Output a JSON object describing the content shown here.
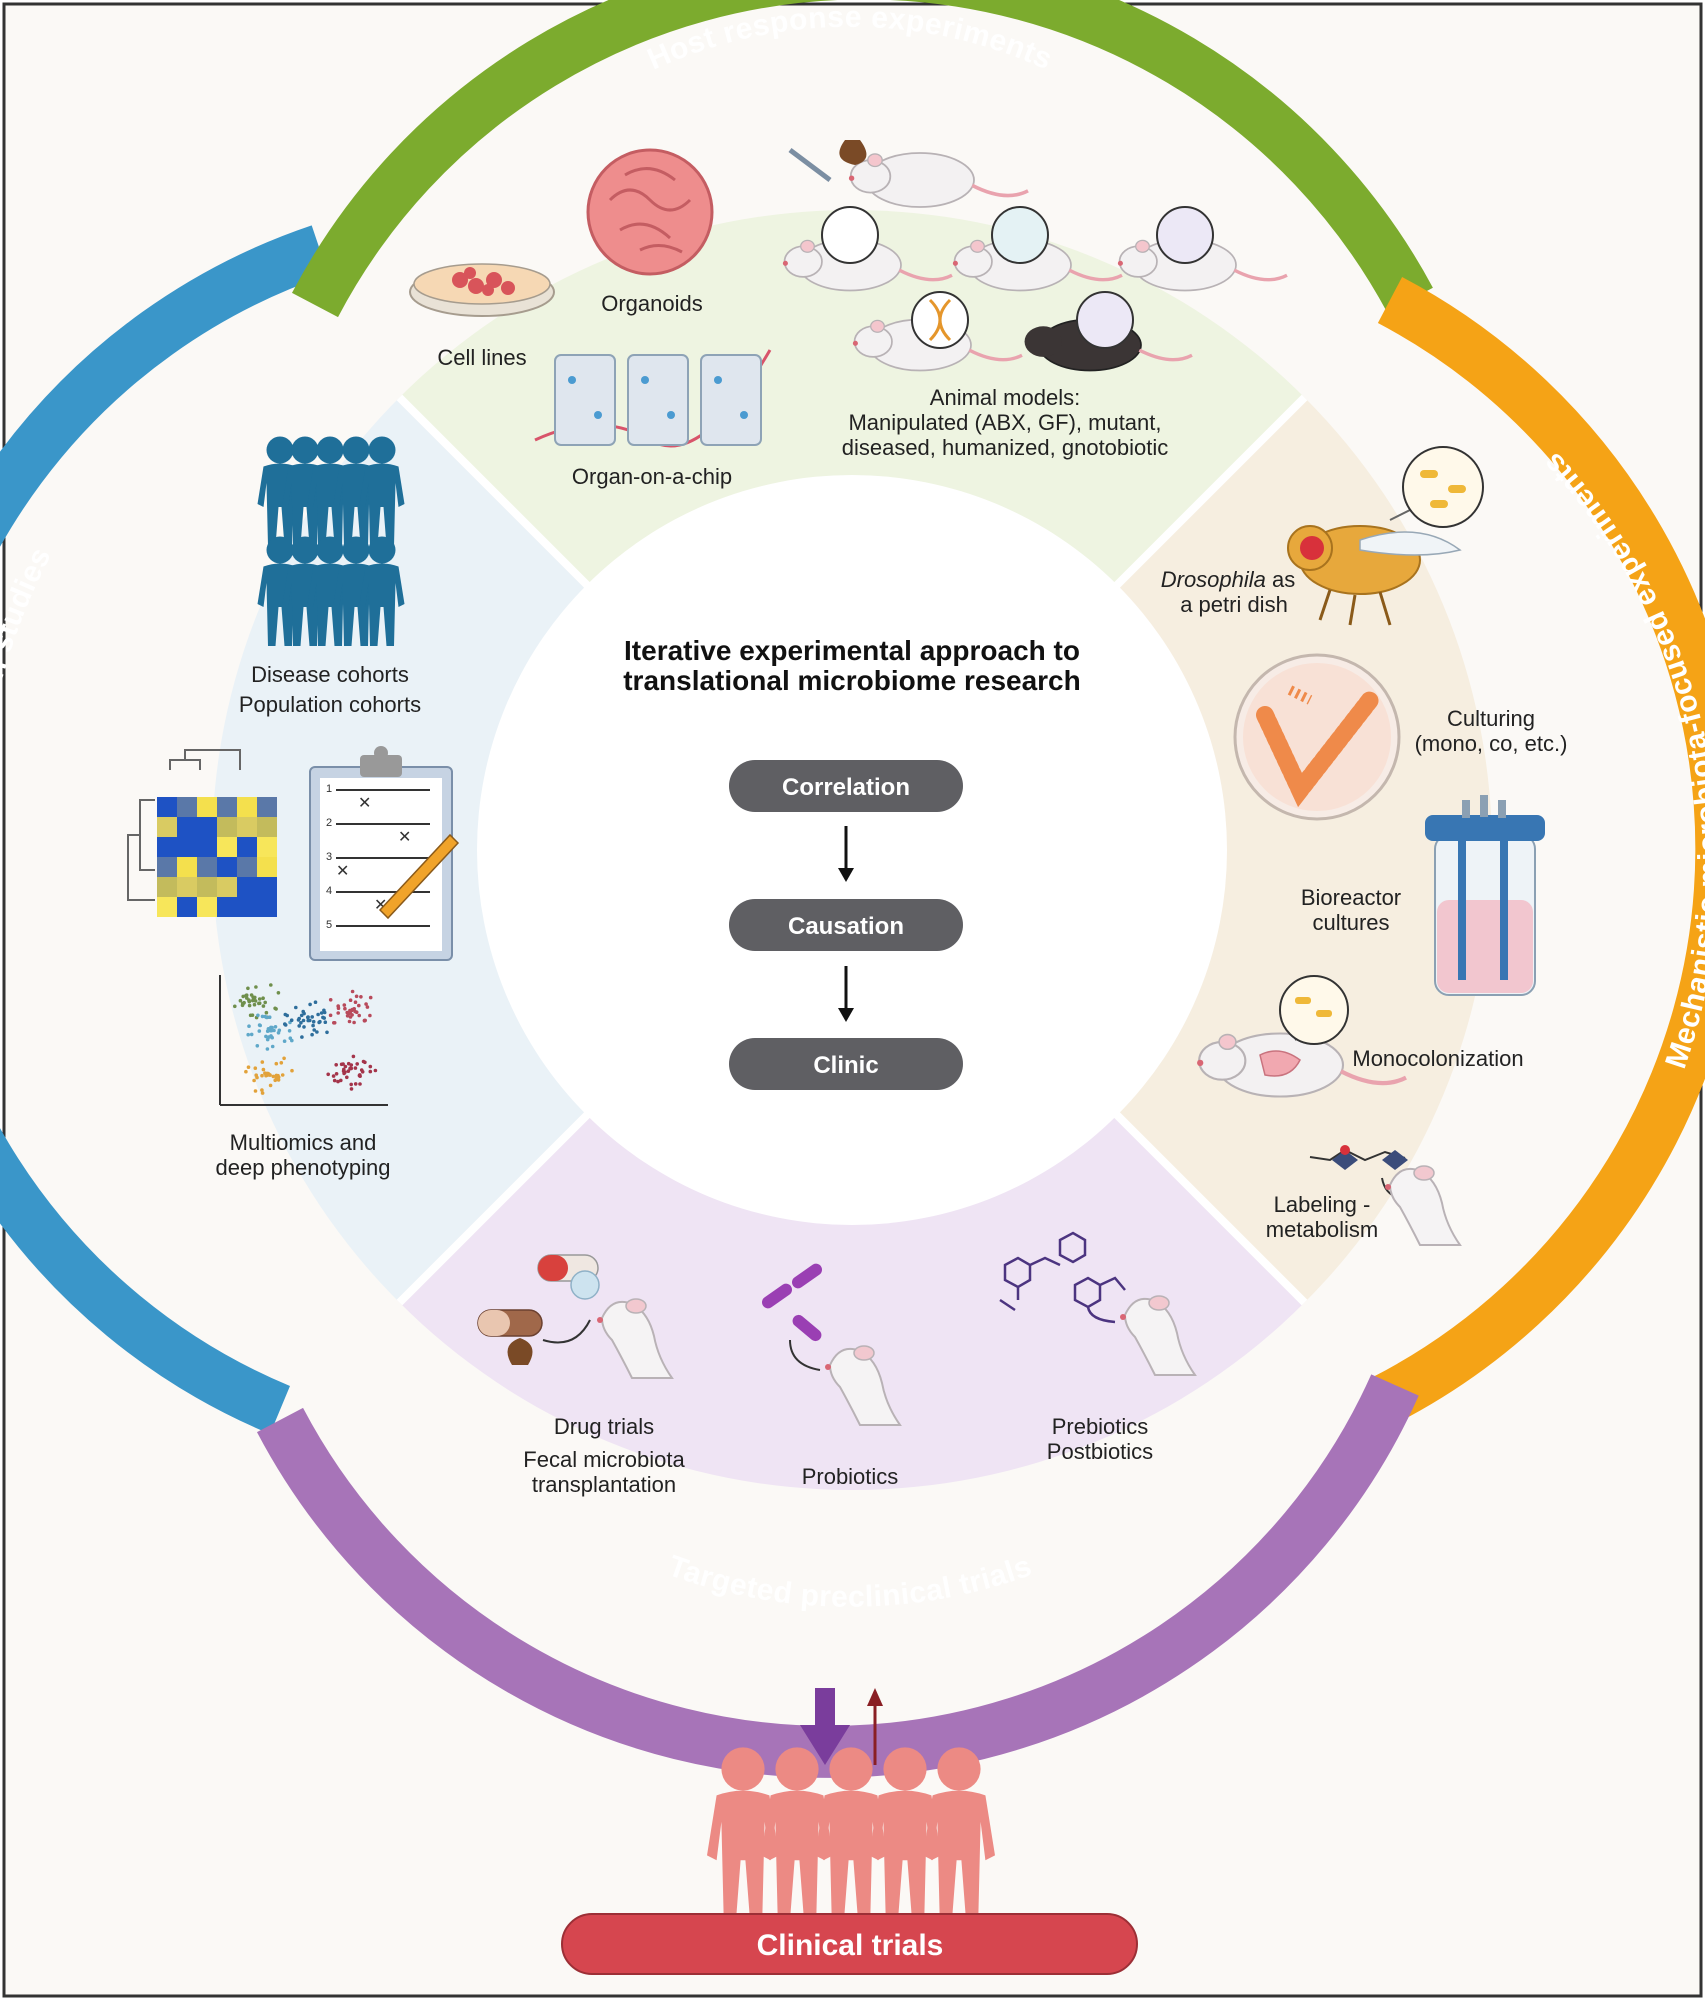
{
  "title_lines": [
    "Iterative experimental approach to",
    "translational microbiome research"
  ],
  "bands": {
    "top": "Host response experiments",
    "right": "Mechanistic microbiota-focused experiments",
    "bottom": "Targeted preclinical trials",
    "left": "Big-data association studies"
  },
  "colors": {
    "top_band": "#7cab2e",
    "right_band": "#f5a316",
    "bottom_band": "#a774b8",
    "left_band": "#3a96c9",
    "top_fill": "#eef4e1",
    "right_fill": "#f6eee0",
    "bottom_fill": "#efe4f4",
    "left_fill": "#eaf2f7",
    "pill": "#5f5f63",
    "clinical": "#d6464f",
    "people_clinical": "#ec8a84",
    "people_cohort": "#1f6f99"
  },
  "flow": [
    "Correlation",
    "Causation",
    "Clinic"
  ],
  "top_labels": {
    "cell_lines": "Cell lines",
    "organoids": "Organoids",
    "organ_chip": "Organ-on-a-chip",
    "animal_models": [
      "Animal models:",
      "Manipulated (ABX, GF), mutant,",
      "diseased, humanized, gnotobiotic"
    ]
  },
  "left_labels": {
    "cohorts": [
      "Disease cohorts",
      "Population cohorts"
    ],
    "multiomics": [
      "Multiomics and",
      "deep phenotyping"
    ]
  },
  "right_labels": {
    "drosophila_italic": "Drosophila",
    "drosophila_rest": " as",
    "drosophila_line2": "a petri dish",
    "culturing": [
      "Culturing",
      "(mono, co, etc.)"
    ],
    "bioreactor": [
      "Bioreactor",
      "cultures"
    ],
    "monocolonization": "Monocolonization",
    "labeling": [
      "Labeling -",
      "metabolism"
    ]
  },
  "bottom_labels": {
    "drug": [
      "Drug trials",
      "Fecal microbiota",
      "transplantation"
    ],
    "probiotics": "Probiotics",
    "prebiotics": [
      "Prebiotics",
      "Postbiotics"
    ]
  },
  "questionnaire_numbers": [
    "1",
    "2",
    "3",
    "4",
    "5"
  ],
  "clinical_trials": "Clinical trials"
}
